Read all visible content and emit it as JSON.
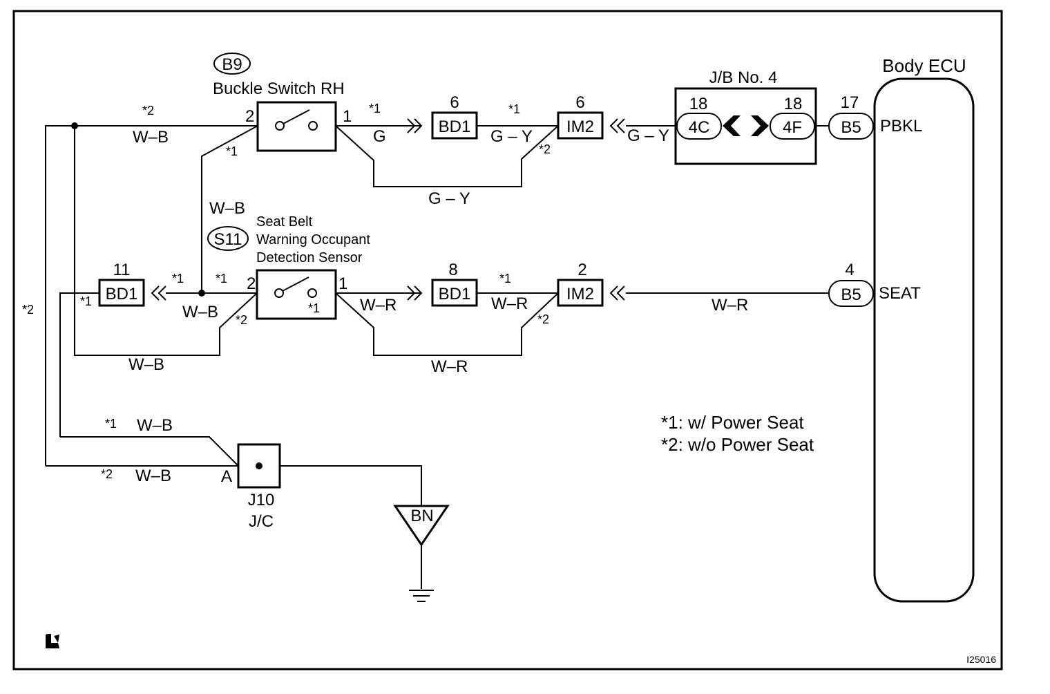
{
  "components": {
    "b9_code": "B9",
    "b9_name": "Buckle Switch RH",
    "s11_code": "S11",
    "s11_name_line1": "Seat Belt",
    "s11_name_line2": "Warning Occupant",
    "s11_name_line3": "Detection Sensor",
    "jb_title": "J/B No. 4",
    "ecu_title": "Body ECU",
    "j10_code": "J10",
    "j10_type": "J/C",
    "ground": "BN"
  },
  "connectors": {
    "bd1": "BD1",
    "im2": "IM2",
    "b5": "B5",
    "c4c": "4C",
    "c4f": "4F"
  },
  "pins": {
    "b9_in": "2",
    "b9_out": "1",
    "s11_in": "2",
    "s11_out": "1",
    "bd1_top": "6",
    "im2_top": "6",
    "jb_4c": "18",
    "jb_4f": "18",
    "b5_top": "17",
    "bd1_left": "11",
    "bd1_mid": "8",
    "im2_mid": "2",
    "b5_mid": "4",
    "j10_in": "A"
  },
  "ecu_terminals": {
    "pbkl": "PBKL",
    "seat": "SEAT"
  },
  "wires": {
    "wb": "W–B",
    "g": "G",
    "gy": "G – Y",
    "wr": "W–R"
  },
  "marks": {
    "n1": "*1",
    "n2": "*2"
  },
  "notes": {
    "note1": "*1: w/ Power Seat",
    "note2": "*2: w/o Power Seat"
  },
  "figure_id": "I25016"
}
